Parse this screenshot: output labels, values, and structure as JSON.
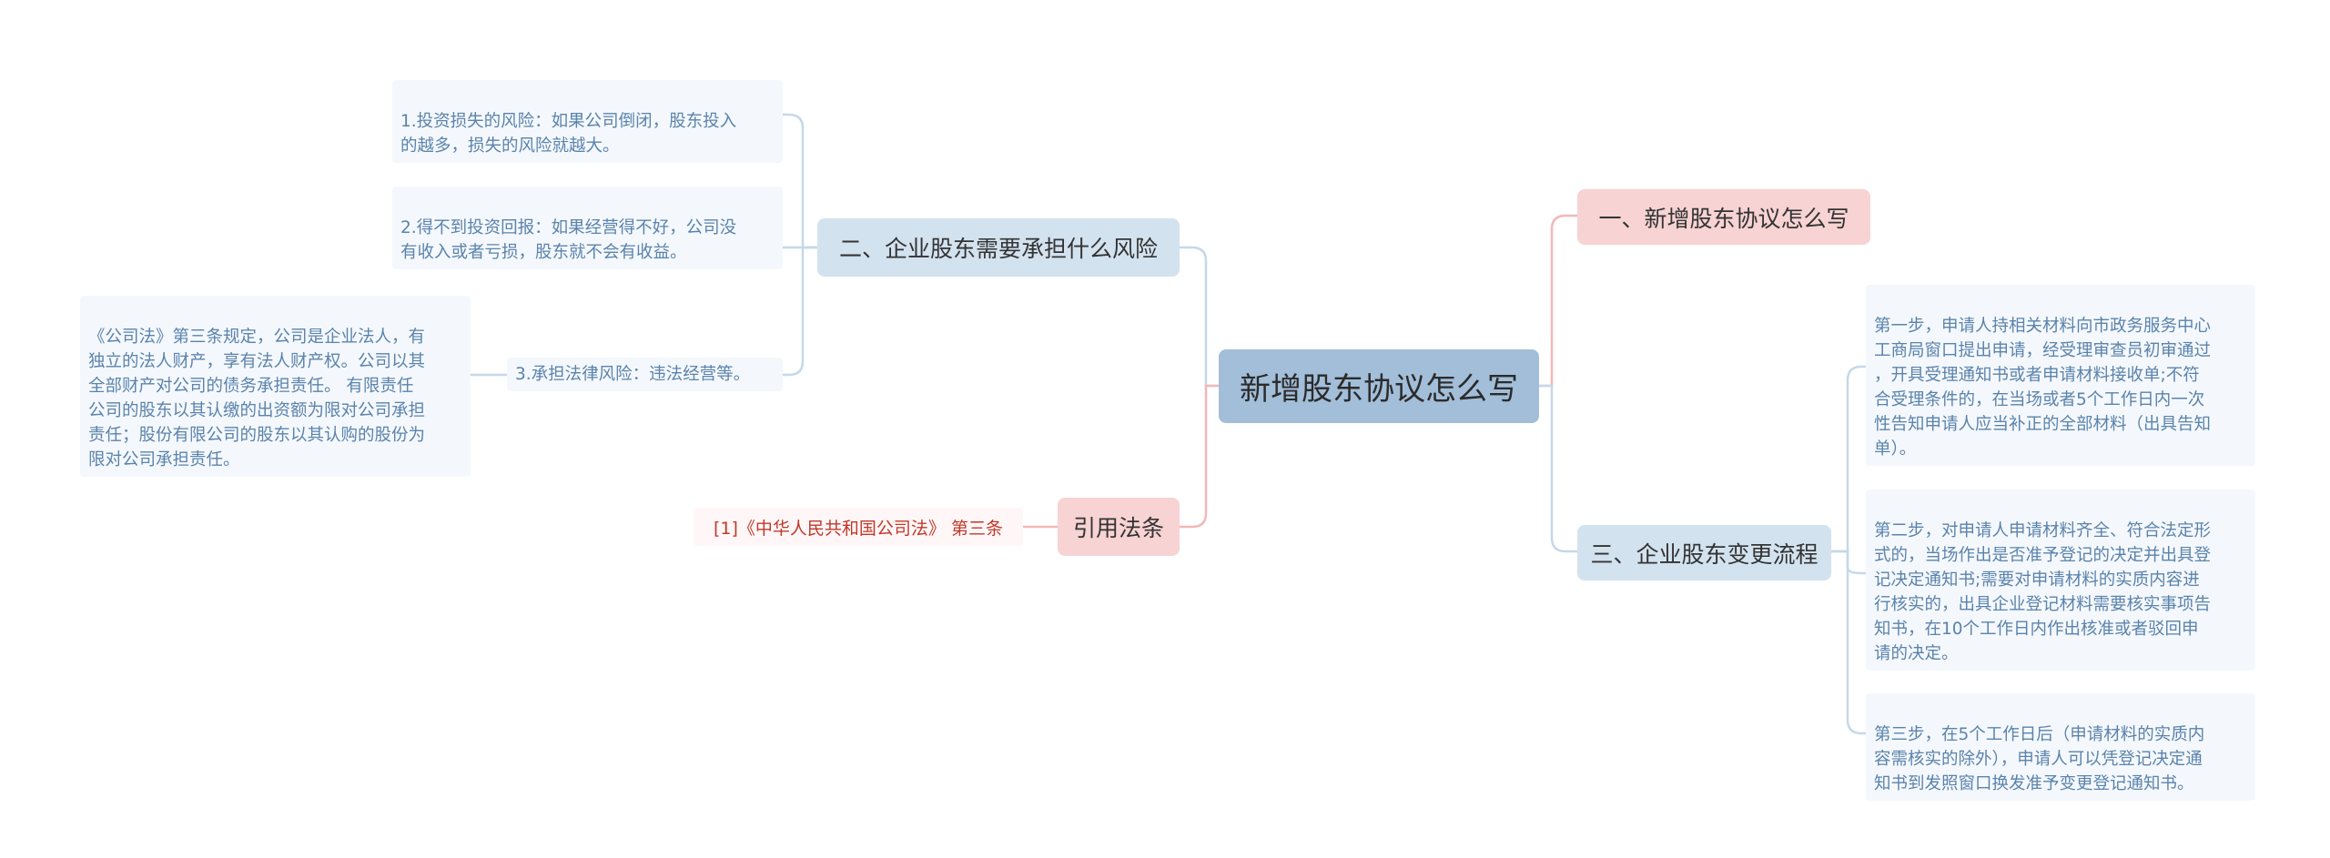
{
  "center": {
    "label": "新增股东协议怎么写"
  },
  "branches": {
    "left_risk": {
      "label": "二、企业股东需要承担什么风险",
      "items": [
        "1.投资损失的风险：如果公司倒闭，股东投入\n的越多，损失的风险就越大。",
        "2.得不到投资回报：如果经营得不好，公司没\n有收入或者亏损，股东就不会有收益。",
        "3.承担法律风险：违法经营等。"
      ],
      "law_note": "《公司法》第三条规定，公司是企业法人，有\n独立的法人财产，享有法人财产权。公司以其\n全部财产对公司的债务承担责任。 有限责任\n公司的股东以其认缴的出资额为限对公司承担\n责任；股份有限公司的股东以其认购的股份为\n限对公司承担责任。"
    },
    "left_law": {
      "label": "引用法条",
      "items": [
        "[1]《中华人民共和国公司法》 第三条"
      ]
    },
    "right_write": {
      "label": "一、新增股东协议怎么写"
    },
    "right_process": {
      "label": "三、企业股东变更流程",
      "items": [
        "第一步，申请人持相关材料向市政务服务中心\n工商局窗口提出申请，经受理审查员初审通过\n，开具受理通知书或者申请材料接收单;不符\n合受理条件的，在当场或者5个工作日内一次\n性告知申请人应当补正的全部材料（出具告知\n单）。",
        "第二步，对申请人申请材料齐全、符合法定形\n式的，当场作出是否准予登记的决定并出具登\n记决定通知书;需要对申请材料的实质内容进\n行核实的，出具企业登记材料需要核实事项告\n知书，在10个工作日内作出核准或者驳回申\n请的决定。",
        "第三步，在5个工作日后（申请材料的实质内\n容需核实的除外），申请人可以凭登记决定通\n知书到发照窗口换发准予变更登记通知书。"
      ]
    }
  },
  "colors": {
    "center": "#a2bed8",
    "blue_branch": "#d3e2ef",
    "pink_branch": "#f7d3d3",
    "leaf_text": "#5b83ab",
    "ref_text": "#c0392b",
    "edge_blue": "#c5d8ea",
    "edge_pink": "#f2b8b8"
  }
}
